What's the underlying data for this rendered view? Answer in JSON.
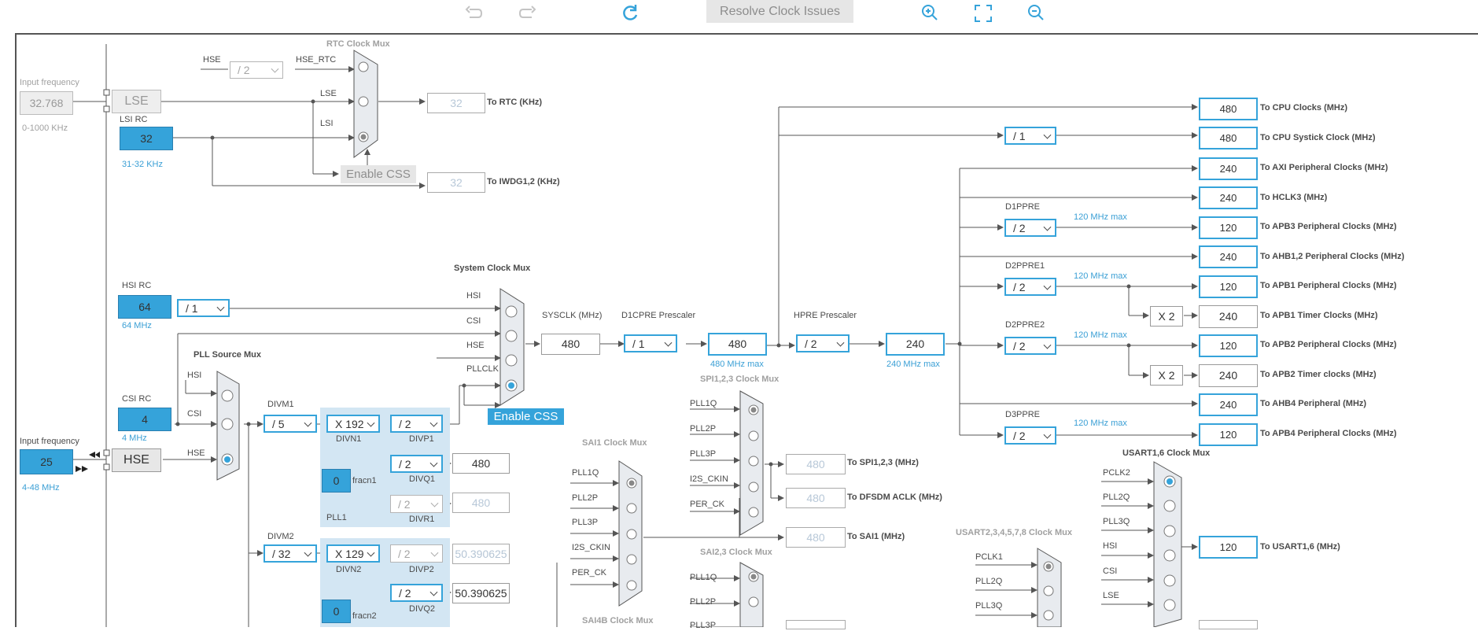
{
  "toolbar": {
    "undo_icon": "undo-icon",
    "redo_icon": "redo-icon",
    "refresh_icon": "refresh-icon",
    "resolve_label": "Resolve Clock Issues",
    "zoom_in_icon": "zoom-in-icon",
    "fit_icon": "fit-screen-icon",
    "zoom_out_icon": "zoom-out-icon"
  },
  "colors": {
    "accent": "#35a3da",
    "line": "#555555",
    "disabled": "#b8c8d8"
  },
  "rtc": {
    "mux_title": "RTC Clock Mux",
    "hse": "HSE",
    "hse_div": "/ 2",
    "hse_rtc": "HSE_RTC",
    "lse_line": "LSE",
    "lsi_line": "LSI",
    "rtc_value": "32",
    "rtc_dest": "To RTC (KHz)",
    "iwdg_value": "32",
    "iwdg_dest": "To IWDG1,2 (KHz)",
    "enable_css": "Enable CSS"
  },
  "lse": {
    "input_freq_label": "Input frequency",
    "input_freq": "32.768",
    "range": "0-1000 KHz",
    "name": "LSE"
  },
  "lsi": {
    "title": "LSI RC",
    "value": "32",
    "range": "31-32 KHz"
  },
  "hsi": {
    "title": "HSI RC",
    "value": "64",
    "div": "/ 1",
    "freq": "64 MHz"
  },
  "csi": {
    "title": "CSI RC",
    "value": "4",
    "freq": "4 MHz"
  },
  "hse": {
    "input_freq_label": "Input frequency",
    "value": "25",
    "name": "HSE",
    "range": "4-48 MHz"
  },
  "pll_src": {
    "title": "PLL Source Mux",
    "hsi": "HSI",
    "csi": "CSI",
    "hse": "HSE"
  },
  "sys": {
    "mux_title": "System Clock Mux",
    "hsi": "HSI",
    "csi": "CSI",
    "hse": "HSE",
    "pllclk": "PLLCLK",
    "enable_css": "Enable CSS",
    "sysclk_label": "SYSCLK (MHz)",
    "sysclk": "480",
    "d1cpre_label": "D1CPRE Prescaler",
    "d1cpre": "/ 1",
    "cpu_value": "480",
    "cpu_max": "480 MHz max",
    "hpre_label": "HPRE Prescaler",
    "hpre": "/ 2",
    "hclk": "240",
    "hclk_max": "240 MHz max"
  },
  "pll1": {
    "divm_label": "DIVM1",
    "divm": "/ 5",
    "divn": "X 192",
    "divn_label": "DIVN1",
    "divp": "/ 2",
    "divp_label": "DIVP1",
    "divq": "/ 2",
    "divq_label": "DIVQ1",
    "q_value": "480",
    "divr": "/ 2",
    "divr_label": "DIVR1",
    "r_value": "480",
    "frac": "0",
    "frac_label": "fracn1",
    "name": "PLL1"
  },
  "pll2": {
    "divm_label": "DIVM2",
    "divm": "/ 32",
    "divn": "X 129",
    "divn_label": "DIVN2",
    "divp": "/ 2",
    "divp_label": "DIVP2",
    "p_value": "50.390625",
    "divq": "/ 2",
    "divq_label": "DIVQ2",
    "q_value": "50.390625",
    "frac": "0",
    "frac_label": "fracn2"
  },
  "spi": {
    "title": "SPI1,2,3 Clock Mux",
    "inputs": [
      "PLL1Q",
      "PLL2P",
      "PLL3P",
      "I2S_CKIN",
      "PER_CK"
    ],
    "spi_value": "480",
    "spi_dest": "To SPI1,2,3 (MHz)",
    "dfsdm_value": "480",
    "dfsdm_dest": "To DFSDM ACLK (MHz)"
  },
  "sai1": {
    "title": "SAI1 Clock Mux",
    "inputs": [
      "PLL1Q",
      "PLL2P",
      "PLL3P",
      "I2S_CKIN",
      "PER_CK"
    ],
    "value": "480",
    "dest": "To SAI1 (MHz)"
  },
  "sai23": {
    "title": "SAI2,3 Clock Mux",
    "inputs": [
      "PLL1Q",
      "PLL2P",
      "PLL3P"
    ]
  },
  "sai4b": {
    "title": "SAI4B Clock Mux"
  },
  "usart2": {
    "title": "USART2,3,4,5,7,8 Clock Mux",
    "inputs": [
      "PCLK1",
      "PLL2Q",
      "PLL3Q"
    ]
  },
  "usart1": {
    "title": "USART1,6 Clock Mux",
    "inputs": [
      "PCLK2",
      "PLL2Q",
      "PLL3Q",
      "HSI",
      "CSI",
      "LSE"
    ],
    "value": "120",
    "dest": "To USART1,6 (MHz)"
  },
  "bus": {
    "systick_div": "/ 1",
    "d1ppre_label": "D1PPRE",
    "d1ppre": "/ 2",
    "d1ppre_max": "120 MHz max",
    "d2ppre1_label": "D2PPRE1",
    "d2ppre1": "/ 2",
    "d2ppre1_max": "120 MHz max",
    "apb1_timer_mul": "X 2",
    "d2ppre2_label": "D2PPRE2",
    "d2ppre2": "/ 2",
    "d2ppre2_max": "120 MHz max",
    "apb2_timer_mul": "X 2",
    "d3ppre_label": "D3PPRE",
    "d3ppre": "/ 2",
    "d3ppre_max": "120 MHz max",
    "outputs": [
      {
        "value": "480",
        "label": "To CPU Clocks (MHz)"
      },
      {
        "value": "480",
        "label": "To CPU Systick Clock (MHz)"
      },
      {
        "value": "240",
        "label": "To AXI Peripheral Clocks (MHz)"
      },
      {
        "value": "240",
        "label": "To HCLK3 (MHz)"
      },
      {
        "value": "120",
        "label": "To APB3 Peripheral Clocks (MHz)"
      },
      {
        "value": "240",
        "label": "To AHB1,2 Peripheral Clocks (MHz)"
      },
      {
        "value": "120",
        "label": "To APB1 Peripheral Clocks (MHz)"
      },
      {
        "value": "240",
        "label": "To APB1 Timer Clocks (MHz)"
      },
      {
        "value": "120",
        "label": "To APB2 Peripheral Clocks (MHz)"
      },
      {
        "value": "240",
        "label": "To APB2 Timer clocks (MHz)"
      },
      {
        "value": "240",
        "label": "To AHB4 Peripheral (MHz)"
      },
      {
        "value": "120",
        "label": "To APB4 Peripheral Clocks (MHz)"
      }
    ]
  }
}
